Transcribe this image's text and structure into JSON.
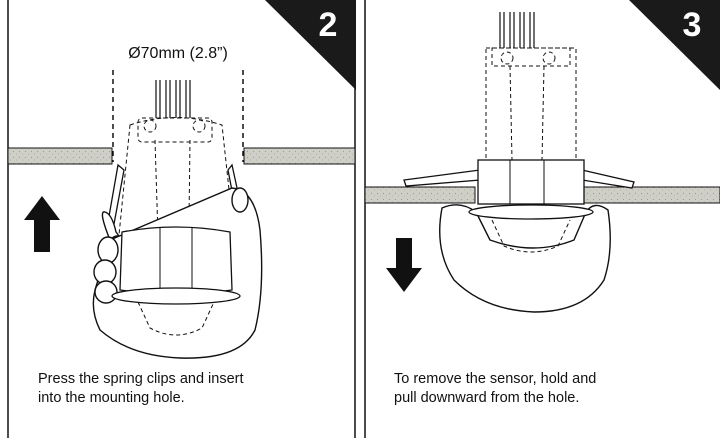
{
  "panels": [
    {
      "step": "2",
      "dimension": "Ø70mm (2.8”)",
      "caption": [
        "Press the spring clips and insert",
        "into the mounting hole."
      ],
      "arrow_direction": "up"
    },
    {
      "step": "3",
      "caption": [
        "To remove the sensor, hold and",
        "pull downward from the hole."
      ],
      "arrow_direction": "down"
    }
  ],
  "colors": {
    "line": "#111111",
    "ceiling": "#cfcfc8",
    "badge": "#1a1a1a",
    "skin": "#ffffff"
  }
}
